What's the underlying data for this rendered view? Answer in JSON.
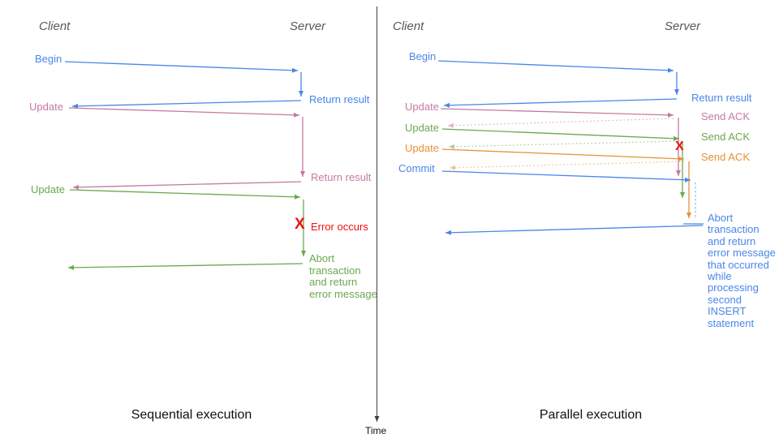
{
  "title": "Transaction execution sequence diagrams",
  "colors": {
    "blue": "#4a86e8",
    "pink": "#c27ba0",
    "green": "#6aa84f",
    "orange": "#e69138",
    "red": "#f01010",
    "header_gray": "#595959",
    "caption_black": "#111111"
  },
  "divider": {
    "time_label": "Time"
  },
  "left_panel": {
    "caption": "Sequential execution",
    "client_header": "Client",
    "server_header": "Server",
    "begin_label": "Begin",
    "return_result_1": "Return result",
    "update_1": "Update",
    "return_result_2": "Return result",
    "update_2": "Update",
    "error_x": "X",
    "error_label": "Error occurs",
    "abort_text": "Abort\ntransaction\nand return\nerror message"
  },
  "right_panel": {
    "caption": "Parallel execution",
    "client_header": "Client",
    "server_header": "Server",
    "begin_label": "Begin",
    "return_result": "Return result",
    "update_1": "Update",
    "send_ack_1": "Send ACK",
    "update_2": "Update",
    "send_ack_2": "Send ACK",
    "update_3": "Update",
    "send_ack_3": "Send ACK",
    "commit_label": "Commit",
    "error_x": "X",
    "abort_text": "Abort\ntransaction\nand return\nerror message\nthat occurred\nwhile\nprocessing\nsecond\nINSERT\nstatement"
  }
}
